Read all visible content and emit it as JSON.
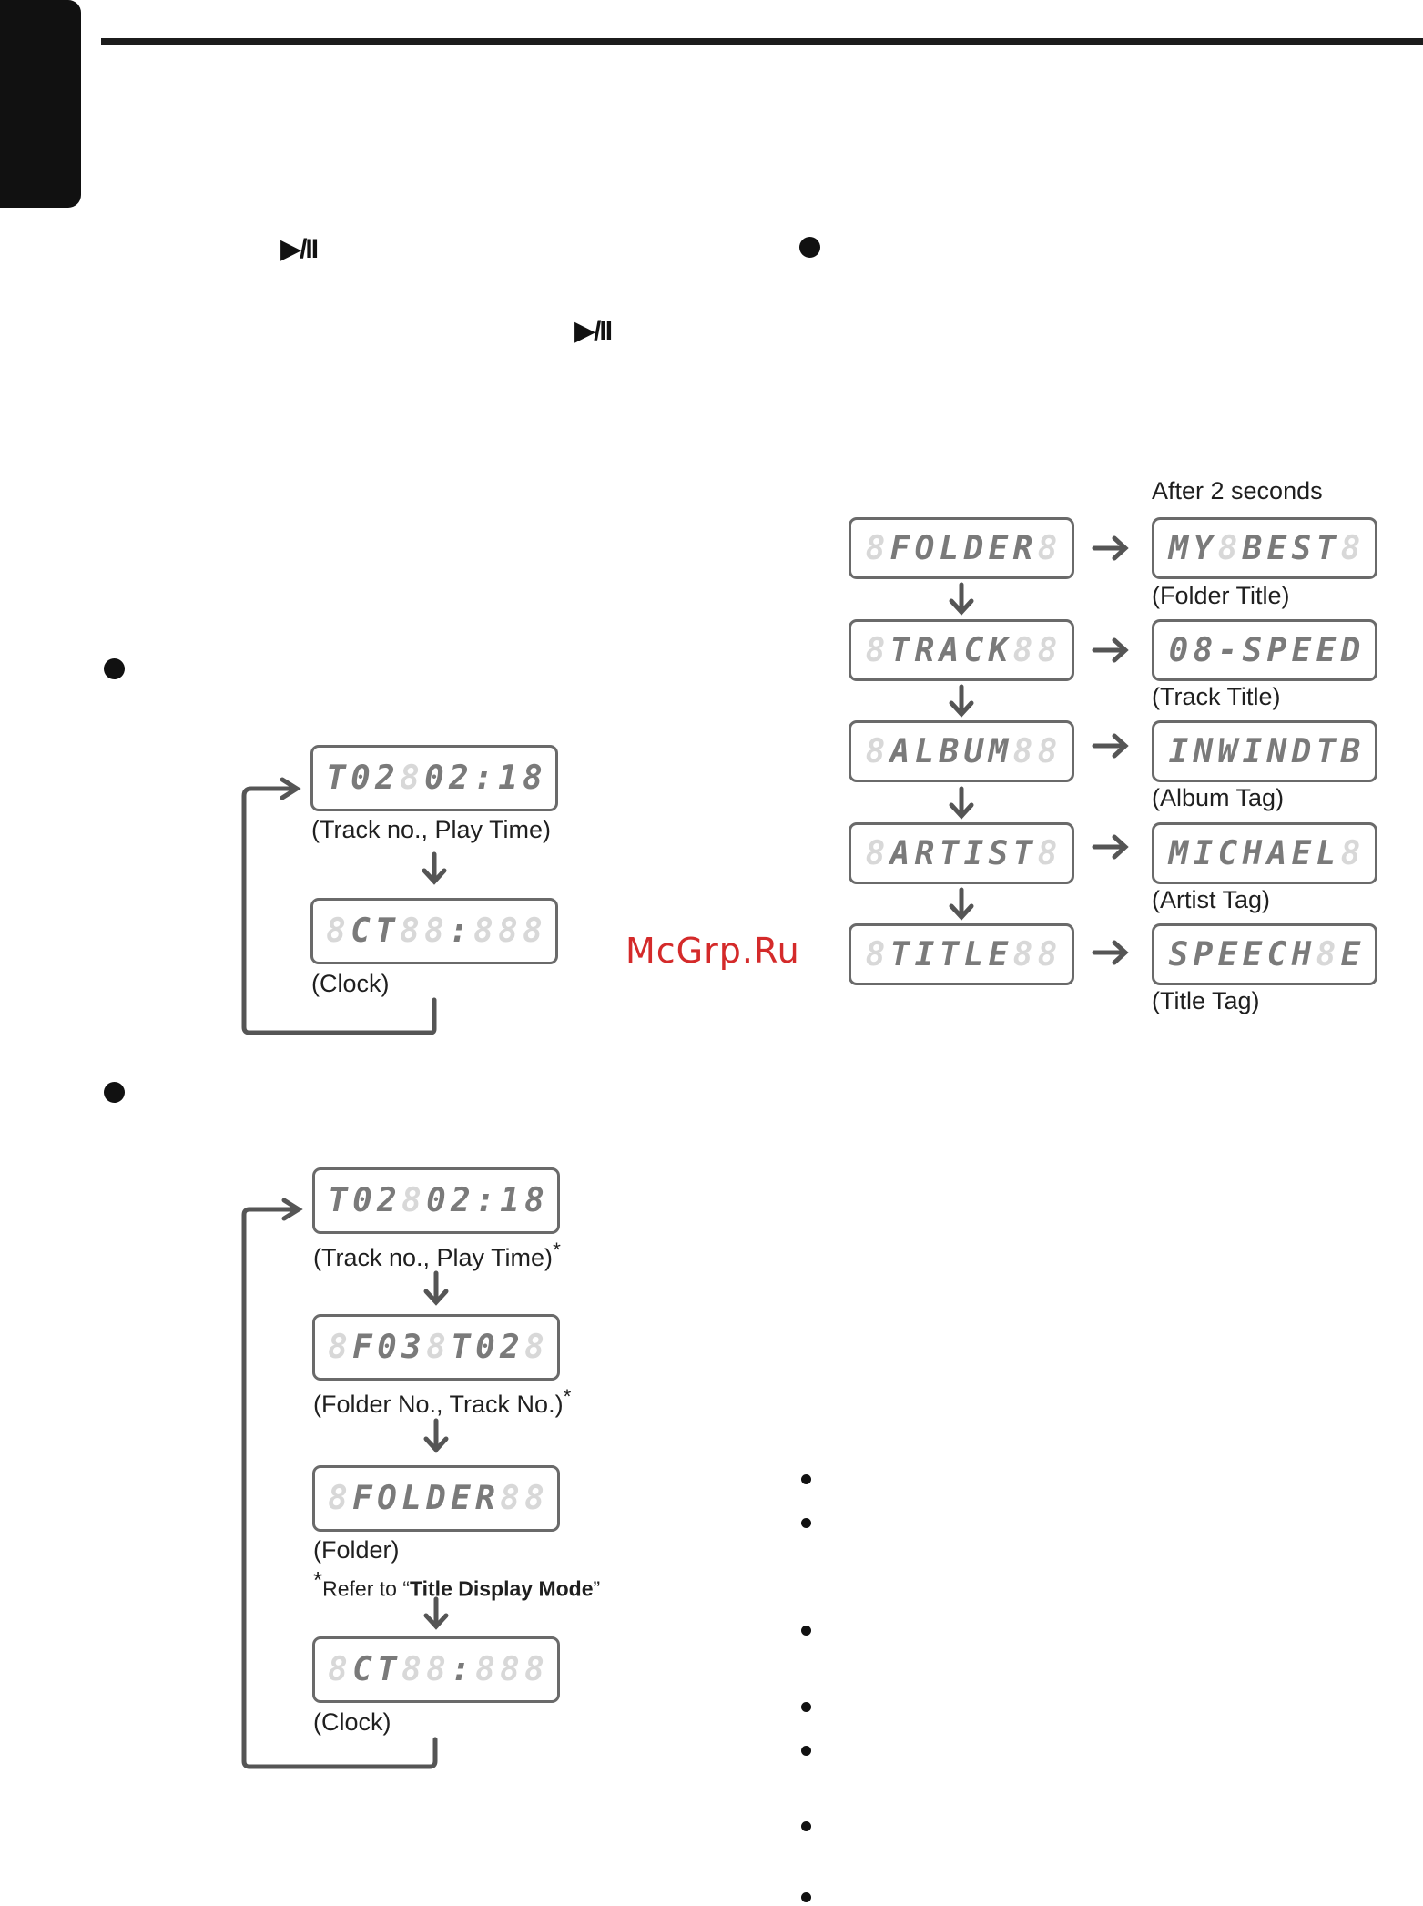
{
  "controls": {
    "play_pause_symbol_1": "▶/II",
    "play_pause_symbol_2": "▶/II"
  },
  "left_flow_1": {
    "screens": [
      "T02 02:18",
      " CT  :  "
    ],
    "captions": [
      "(Track no., Play Time)",
      "(Clock)"
    ]
  },
  "left_flow_2": {
    "screens": [
      "T02 02:18",
      "F03 T02",
      " FOLDER ",
      " CT  :  "
    ],
    "captions": [
      "(Track no., Play Time)",
      "(Folder No., Track No.)",
      "(Folder)",
      "(Clock)"
    ],
    "asterisk": "*",
    "refer_note_prefix": "Refer to “",
    "refer_note_bold": "Title Display Mode",
    "refer_note_suffix": "”"
  },
  "right_flow": {
    "after_label": "After 2 seconds",
    "left_screens": [
      "FOLDER",
      "TRACK",
      "ALBUM",
      "ARTIST",
      "TITLE"
    ],
    "right_screens": [
      "MY BEST",
      "08-SPEED",
      "INWINDTB",
      "MICHAEL",
      "SPEECH E"
    ],
    "captions": [
      "(Folder Title)",
      "(Track Title)",
      "(Album Tag)",
      "(Artist Tag)",
      "(Title Tag)"
    ]
  },
  "watermark": "McGrp.Ru",
  "colors": {
    "ink": "#111111",
    "lcd_border": "#6a6a6a",
    "arrow": "#555555",
    "watermark": "#d42a2a"
  }
}
